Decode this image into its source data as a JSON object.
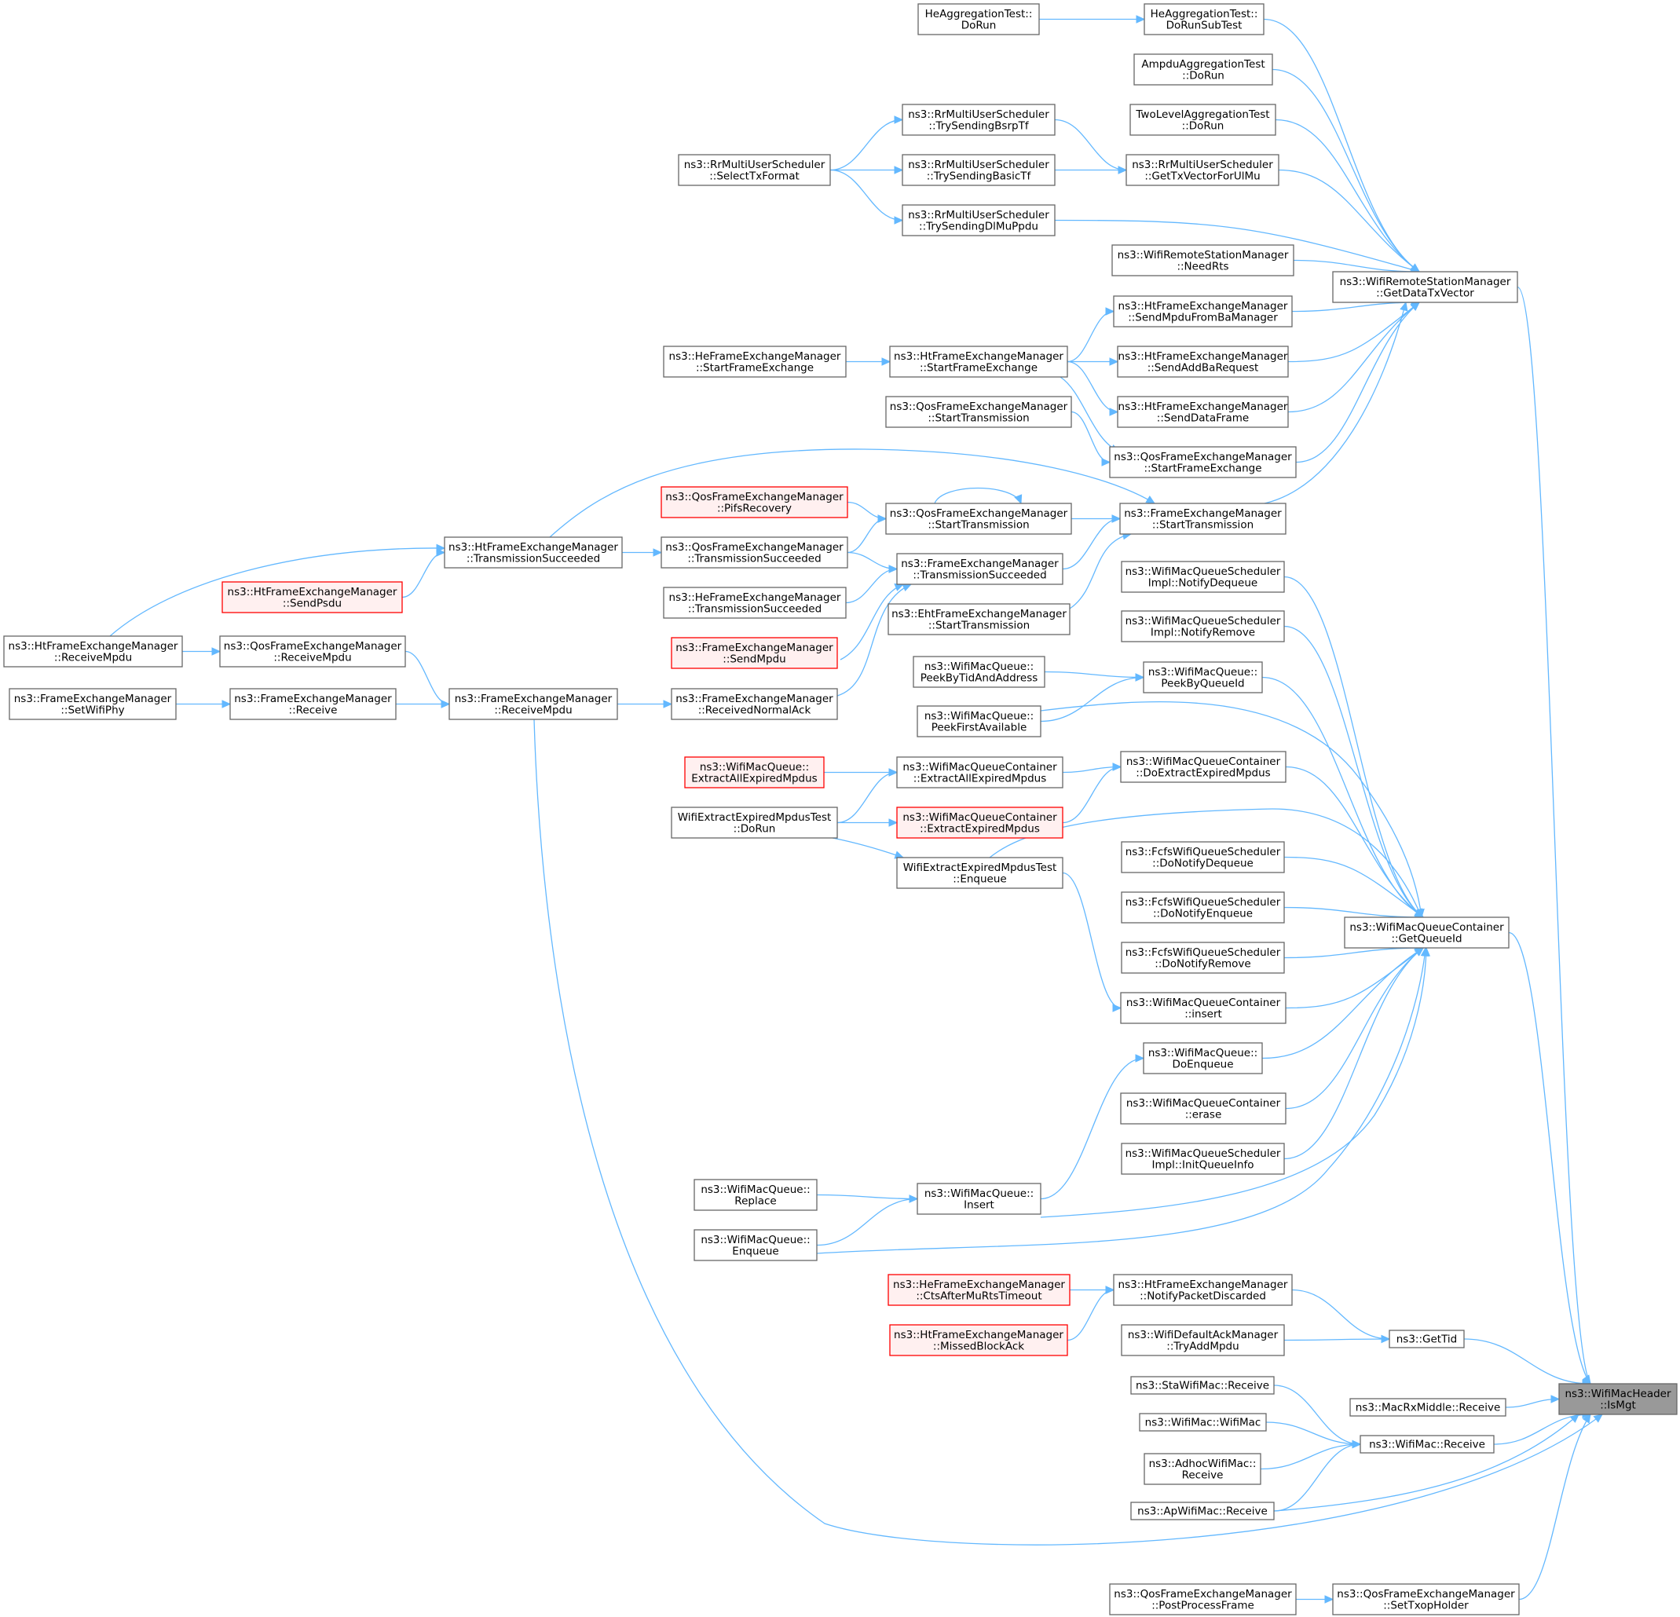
{
  "nodes": [
    {
      "id": "IsMgt",
      "lines": [
        "ns3::WifiMacHeader",
        "::IsMgt"
      ],
      "style": "grey"
    },
    {
      "id": "GetDataTxVector",
      "lines": [
        "ns3::WifiRemoteStationManager",
        "::GetDataTxVector"
      ],
      "style": "normal"
    },
    {
      "id": "GetQueueId",
      "lines": [
        "ns3::WifiMacQueueContainer",
        "::GetQueueId"
      ],
      "style": "normal"
    },
    {
      "id": "GetTid",
      "lines": [
        "ns3::GetTid"
      ],
      "style": "normal"
    },
    {
      "id": "MacRxMiddleReceive",
      "lines": [
        "ns3::MacRxMiddle::Receive"
      ],
      "style": "normal"
    },
    {
      "id": "WifiMacReceive",
      "lines": [
        "ns3::WifiMac::Receive"
      ],
      "style": "normal"
    },
    {
      "id": "ApWifiMacReceive",
      "lines": [
        "ns3::ApWifiMac::Receive"
      ],
      "style": "normal"
    },
    {
      "id": "FEMReceiveMpdu",
      "lines": [
        "ns3::FrameExchangeManager",
        "::ReceiveMpdu"
      ],
      "style": "normal"
    },
    {
      "id": "SetTxopHolder",
      "lines": [
        "ns3::QosFrameExchangeManager",
        "::SetTxopHolder"
      ],
      "style": "normal"
    },
    {
      "id": "PostProcessFrame",
      "lines": [
        "ns3::QosFrameExchangeManager",
        "::PostProcessFrame"
      ],
      "style": "normal"
    },
    {
      "id": "HeAggDoRunSubTest",
      "lines": [
        "HeAggregationTest::",
        "DoRunSubTest"
      ],
      "style": "normal"
    },
    {
      "id": "HeAggDoRun",
      "lines": [
        "HeAggregationTest::",
        "DoRun"
      ],
      "style": "normal"
    },
    {
      "id": "AmpduAggDoRun",
      "lines": [
        "AmpduAggregationTest",
        "::DoRun"
      ],
      "style": "normal"
    },
    {
      "id": "TwoLevelAggDoRun",
      "lines": [
        "TwoLevelAggregationTest",
        "::DoRun"
      ],
      "style": "normal"
    },
    {
      "id": "GetTxVectorForUlMu",
      "lines": [
        "ns3::RrMultiUserScheduler",
        "::GetTxVectorForUlMu"
      ],
      "style": "normal"
    },
    {
      "id": "TrySendingBsrpTf",
      "lines": [
        "ns3::RrMultiUserScheduler",
        "::TrySendingBsrpTf"
      ],
      "style": "normal"
    },
    {
      "id": "TrySendingBasicTf",
      "lines": [
        "ns3::RrMultiUserScheduler",
        "::TrySendingBasicTf"
      ],
      "style": "normal"
    },
    {
      "id": "TrySendingDlMuPpdu",
      "lines": [
        "ns3::RrMultiUserScheduler",
        "::TrySendingDlMuPpdu"
      ],
      "style": "normal"
    },
    {
      "id": "SelectTxFormat",
      "lines": [
        "ns3::RrMultiUserScheduler",
        "::SelectTxFormat"
      ],
      "style": "normal"
    },
    {
      "id": "NeedRts",
      "lines": [
        "ns3::WifiRemoteStationManager",
        "::NeedRts"
      ],
      "style": "normal"
    },
    {
      "id": "SendMpduFromBaManager",
      "lines": [
        "ns3::HtFrameExchangeManager",
        "::SendMpduFromBaManager"
      ],
      "style": "normal"
    },
    {
      "id": "SendAddBaRequest",
      "lines": [
        "ns3::HtFrameExchangeManager",
        "::SendAddBaRequest"
      ],
      "style": "normal"
    },
    {
      "id": "SendDataFrame",
      "lines": [
        "ns3::HtFrameExchangeManager",
        "::SendDataFrame"
      ],
      "style": "normal"
    },
    {
      "id": "QosStartFrameExchange",
      "lines": [
        "ns3::QosFrameExchangeManager",
        "::StartFrameExchange"
      ],
      "style": "normal"
    },
    {
      "id": "HtStartFrameExchange",
      "lines": [
        "ns3::HtFrameExchangeManager",
        "::StartFrameExchange"
      ],
      "style": "normal"
    },
    {
      "id": "HeStartFrameExchange",
      "lines": [
        "ns3::HeFrameExchangeManager",
        "::StartFrameExchange"
      ],
      "style": "normal"
    },
    {
      "id": "QosStartTransmission2",
      "lines": [
        "ns3::QosFrameExchangeManager",
        "::StartTransmission"
      ],
      "style": "normal"
    },
    {
      "id": "FEMStartTransmission",
      "lines": [
        "ns3::FrameExchangeManager",
        "::StartTransmission"
      ],
      "style": "normal"
    },
    {
      "id": "QosStartTransmission",
      "lines": [
        "ns3::QosFrameExchangeManager",
        "::StartTransmission"
      ],
      "style": "normal"
    },
    {
      "id": "PifsRecovery",
      "lines": [
        "ns3::QosFrameExchangeManager",
        "::PifsRecovery"
      ],
      "style": "red"
    },
    {
      "id": "FEMTransmissionSucceeded",
      "lines": [
        "ns3::FrameExchangeManager",
        "::TransmissionSucceeded"
      ],
      "style": "normal"
    },
    {
      "id": "EhtStartTransmission",
      "lines": [
        "ns3::EhtFrameExchangeManager",
        "::StartTransmission"
      ],
      "style": "normal"
    },
    {
      "id": "QosTransmissionSucceeded",
      "lines": [
        "ns3::QosFrameExchangeManager",
        "::TransmissionSucceeded"
      ],
      "style": "normal"
    },
    {
      "id": "HeTransmissionSucceeded",
      "lines": [
        "ns3::HeFrameExchangeManager",
        "::TransmissionSucceeded"
      ],
      "style": "normal"
    },
    {
      "id": "FEMSendMpdu",
      "lines": [
        "ns3::FrameExchangeManager",
        "::SendMpdu"
      ],
      "style": "red"
    },
    {
      "id": "ReceivedNormalAck",
      "lines": [
        "ns3::FrameExchangeManager",
        "::ReceivedNormalAck"
      ],
      "style": "normal"
    },
    {
      "id": "HtTransmissionSucceeded",
      "lines": [
        "ns3::HtFrameExchangeManager",
        "::TransmissionSucceeded"
      ],
      "style": "normal"
    },
    {
      "id": "HtSendPsdu",
      "lines": [
        "ns3::HtFrameExchangeManager",
        "::SendPsdu"
      ],
      "style": "red"
    },
    {
      "id": "HtReceiveMpdu",
      "lines": [
        "ns3::HtFrameExchangeManager",
        "::ReceiveMpdu"
      ],
      "style": "normal"
    },
    {
      "id": "QosReceiveMpdu",
      "lines": [
        "ns3::QosFrameExchangeManager",
        "::ReceiveMpdu"
      ],
      "style": "normal"
    },
    {
      "id": "FEMReceive",
      "lines": [
        "ns3::FrameExchangeManager",
        "::Receive"
      ],
      "style": "normal"
    },
    {
      "id": "SetWifiPhy",
      "lines": [
        "ns3::FrameExchangeManager",
        "::SetWifiPhy"
      ],
      "style": "normal"
    },
    {
      "id": "NotifyDequeue",
      "lines": [
        "ns3::WifiMacQueueScheduler",
        "Impl::NotifyDequeue"
      ],
      "style": "normal"
    },
    {
      "id": "NotifyRemove",
      "lines": [
        "ns3::WifiMacQueueScheduler",
        "Impl::NotifyRemove"
      ],
      "style": "normal"
    },
    {
      "id": "PeekByQueueId",
      "lines": [
        "ns3::WifiMacQueue::",
        "PeekByQueueId"
      ],
      "style": "normal"
    },
    {
      "id": "PeekByTidAndAddress",
      "lines": [
        "ns3::WifiMacQueue::",
        "PeekByTidAndAddress"
      ],
      "style": "normal"
    },
    {
      "id": "PeekFirstAvailable",
      "lines": [
        "ns3::WifiMacQueue::",
        "PeekFirstAvailable"
      ],
      "style": "normal"
    },
    {
      "id": "DoExtractExpiredMpdus",
      "lines": [
        "ns3::WifiMacQueueContainer",
        "::DoExtractExpiredMpdus"
      ],
      "style": "normal"
    },
    {
      "id": "ContExtractAllExpiredMpdus",
      "lines": [
        "ns3::WifiMacQueueContainer",
        "::ExtractAllExpiredMpdus"
      ],
      "style": "normal"
    },
    {
      "id": "QueueExtractAllExpiredMpdus",
      "lines": [
        "ns3::WifiMacQueue::",
        "ExtractAllExpiredMpdus"
      ],
      "style": "red"
    },
    {
      "id": "ContExtractExpiredMpdus",
      "lines": [
        "ns3::WifiMacQueueContainer",
        "::ExtractExpiredMpdus"
      ],
      "style": "red"
    },
    {
      "id": "ExtractTestDoRun",
      "lines": [
        "WifiExtractExpiredMpdusTest",
        "::DoRun"
      ],
      "style": "normal"
    },
    {
      "id": "ExtractTestEnqueue",
      "lines": [
        "WifiExtractExpiredMpdusTest",
        "::Enqueue"
      ],
      "style": "normal"
    },
    {
      "id": "FcfsDoNotifyDequeue",
      "lines": [
        "ns3::FcfsWifiQueueScheduler",
        "::DoNotifyDequeue"
      ],
      "style": "normal"
    },
    {
      "id": "FcfsDoNotifyEnqueue",
      "lines": [
        "ns3::FcfsWifiQueueScheduler",
        "::DoNotifyEnqueue"
      ],
      "style": "normal"
    },
    {
      "id": "FcfsDoNotifyRemove",
      "lines": [
        "ns3::FcfsWifiQueueScheduler",
        "::DoNotifyRemove"
      ],
      "style": "normal"
    },
    {
      "id": "ContInsert",
      "lines": [
        "ns3::WifiMacQueueContainer",
        "::insert"
      ],
      "style": "normal"
    },
    {
      "id": "DoEnqueue",
      "lines": [
        "ns3::WifiMacQueue::",
        "DoEnqueue"
      ],
      "style": "normal"
    },
    {
      "id": "ContErase",
      "lines": [
        "ns3::WifiMacQueueContainer",
        "::erase"
      ],
      "style": "normal"
    },
    {
      "id": "InitQueueInfo",
      "lines": [
        "ns3::WifiMacQueueScheduler",
        "Impl::InitQueueInfo"
      ],
      "style": "normal"
    },
    {
      "id": "QueueInsert",
      "lines": [
        "ns3::WifiMacQueue::",
        "Insert"
      ],
      "style": "normal"
    },
    {
      "id": "QueueReplace",
      "lines": [
        "ns3::WifiMacQueue::",
        "Replace"
      ],
      "style": "normal"
    },
    {
      "id": "QueueEnqueue",
      "lines": [
        "ns3::WifiMacQueue::",
        "Enqueue"
      ],
      "style": "normal"
    },
    {
      "id": "NotifyPacketDiscarded",
      "lines": [
        "ns3::HtFrameExchangeManager",
        "::NotifyPacketDiscarded"
      ],
      "style": "normal"
    },
    {
      "id": "CtsAfterMuRtsTimeout",
      "lines": [
        "ns3::HeFrameExchangeManager",
        "::CtsAfterMuRtsTimeout"
      ],
      "style": "red"
    },
    {
      "id": "MissedBlockAck",
      "lines": [
        "ns3::HtFrameExchangeManager",
        "::MissedBlockAck"
      ],
      "style": "red"
    },
    {
      "id": "TryAddMpdu",
      "lines": [
        "ns3::WifiDefaultAckManager",
        "::TryAddMpdu"
      ],
      "style": "normal"
    },
    {
      "id": "StaWifiMacReceive",
      "lines": [
        "ns3::StaWifiMac::Receive"
      ],
      "style": "normal"
    },
    {
      "id": "WifiMacWifiMac",
      "lines": [
        "ns3::WifiMac::WifiMac"
      ],
      "style": "normal"
    },
    {
      "id": "AdhocWifiMacReceive",
      "lines": [
        "ns3::AdhocWifiMac::",
        "Receive"
      ],
      "style": "normal"
    }
  ],
  "edges": [
    [
      "HeAggDoRun",
      "HeAggDoRunSubTest"
    ],
    [
      "HeAggDoRunSubTest",
      "GetDataTxVector"
    ],
    [
      "AmpduAggDoRun",
      "GetDataTxVector"
    ],
    [
      "TwoLevelAggDoRun",
      "GetDataTxVector"
    ],
    [
      "TrySendingBsrpTf",
      "GetTxVectorForUlMu"
    ],
    [
      "TrySendingBasicTf",
      "GetTxVectorForUlMu"
    ],
    [
      "GetTxVectorForUlMu",
      "GetDataTxVector"
    ],
    [
      "SelectTxFormat",
      "TrySendingBsrpTf"
    ],
    [
      "SelectTxFormat",
      "TrySendingBasicTf"
    ],
    [
      "SelectTxFormat",
      "TrySendingDlMuPpdu"
    ],
    [
      "TrySendingDlMuPpdu",
      "GetDataTxVector"
    ],
    [
      "NeedRts",
      "GetDataTxVector"
    ],
    [
      "SendMpduFromBaManager",
      "GetDataTxVector"
    ],
    [
      "SendAddBaRequest",
      "GetDataTxVector"
    ],
    [
      "SendDataFrame",
      "GetDataTxVector"
    ],
    [
      "QosStartFrameExchange",
      "GetDataTxVector"
    ],
    [
      "FEMStartTransmission",
      "GetDataTxVector"
    ],
    [
      "HtStartFrameExchange",
      "SendMpduFromBaManager"
    ],
    [
      "HtStartFrameExchange",
      "SendAddBaRequest"
    ],
    [
      "HtStartFrameExchange",
      "SendDataFrame"
    ],
    [
      "HtStartFrameExchange",
      "QosStartFrameExchange"
    ],
    [
      "HeStartFrameExchange",
      "HtStartFrameExchange"
    ],
    [
      "QosStartTransmission2",
      "QosStartFrameExchange"
    ],
    [
      "QosStartTransmission",
      "FEMStartTransmission"
    ],
    [
      "QosStartTransmission",
      "QosStartTransmission"
    ],
    [
      "HtTransmissionSucceeded",
      "FEMStartTransmission"
    ],
    [
      "FEMTransmissionSucceeded",
      "FEMStartTransmission"
    ],
    [
      "EhtStartTransmission",
      "FEMStartTransmission"
    ],
    [
      "PifsRecovery",
      "QosStartTransmission"
    ],
    [
      "QosTransmissionSucceeded",
      "QosStartTransmission"
    ],
    [
      "QosTransmissionSucceeded",
      "FEMTransmissionSucceeded"
    ],
    [
      "HeTransmissionSucceeded",
      "FEMTransmissionSucceeded"
    ],
    [
      "FEMSendMpdu",
      "FEMTransmissionSucceeded"
    ],
    [
      "ReceivedNormalAck",
      "FEMTransmissionSucceeded"
    ],
    [
      "HtTransmissionSucceeded",
      "QosTransmissionSucceeded"
    ],
    [
      "HtSendPsdu",
      "HtTransmissionSucceeded"
    ],
    [
      "HtReceiveMpdu",
      "HtTransmissionSucceeded"
    ],
    [
      "HtReceiveMpdu",
      "QosReceiveMpdu"
    ],
    [
      "QosReceiveMpdu",
      "FEMReceiveMpdu"
    ],
    [
      "FEMReceive",
      "FEMReceiveMpdu"
    ],
    [
      "SetWifiPhy",
      "FEMReceive"
    ],
    [
      "FEMReceiveMpdu",
      "ReceivedNormalAck"
    ],
    [
      "FEMReceiveMpdu",
      "IsMgt"
    ],
    [
      "NotifyDequeue",
      "GetQueueId"
    ],
    [
      "NotifyRemove",
      "GetQueueId"
    ],
    [
      "PeekByQueueId",
      "GetQueueId"
    ],
    [
      "PeekByTidAndAddress",
      "PeekByQueueId"
    ],
    [
      "PeekFirstAvailable",
      "PeekByQueueId"
    ],
    [
      "PeekFirstAvailable",
      "GetQueueId"
    ],
    [
      "DoExtractExpiredMpdus",
      "GetQueueId"
    ],
    [
      "ContExtractAllExpiredMpdus",
      "DoExtractExpiredMpdus"
    ],
    [
      "ContExtractExpiredMpdus",
      "DoExtractExpiredMpdus"
    ],
    [
      "QueueExtractAllExpiredMpdus",
      "ContExtractAllExpiredMpdus"
    ],
    [
      "ExtractTestDoRun",
      "ContExtractAllExpiredMpdus"
    ],
    [
      "ExtractTestDoRun",
      "ContExtractExpiredMpdus"
    ],
    [
      "ExtractTestDoRun",
      "ExtractTestEnqueue"
    ],
    [
      "ExtractTestEnqueue",
      "GetQueueId"
    ],
    [
      "FcfsDoNotifyDequeue",
      "GetQueueId"
    ],
    [
      "FcfsDoNotifyEnqueue",
      "GetQueueId"
    ],
    [
      "FcfsDoNotifyRemove",
      "GetQueueId"
    ],
    [
      "ContInsert",
      "GetQueueId"
    ],
    [
      "ExtractTestEnqueue",
      "ContInsert"
    ],
    [
      "DoEnqueue",
      "GetQueueId"
    ],
    [
      "ContErase",
      "GetQueueId"
    ],
    [
      "InitQueueInfo",
      "GetQueueId"
    ],
    [
      "QueueInsert",
      "DoEnqueue"
    ],
    [
      "QueueInsert",
      "GetQueueId"
    ],
    [
      "QueueReplace",
      "QueueInsert"
    ],
    [
      "QueueEnqueue",
      "QueueInsert"
    ],
    [
      "QueueEnqueue",
      "GetQueueId"
    ],
    [
      "GetDataTxVector",
      "IsMgt"
    ],
    [
      "GetQueueId",
      "IsMgt"
    ],
    [
      "CtsAfterMuRtsTimeout",
      "NotifyPacketDiscarded"
    ],
    [
      "MissedBlockAck",
      "NotifyPacketDiscarded"
    ],
    [
      "NotifyPacketDiscarded",
      "GetTid"
    ],
    [
      "TryAddMpdu",
      "GetTid"
    ],
    [
      "GetTid",
      "IsMgt"
    ],
    [
      "MacRxMiddleReceive",
      "IsMgt"
    ],
    [
      "StaWifiMacReceive",
      "WifiMacReceive"
    ],
    [
      "WifiMacWifiMac",
      "WifiMacReceive"
    ],
    [
      "AdhocWifiMacReceive",
      "WifiMacReceive"
    ],
    [
      "ApWifiMacReceive",
      "WifiMacReceive"
    ],
    [
      "WifiMacReceive",
      "IsMgt"
    ],
    [
      "ApWifiMacReceive",
      "IsMgt"
    ],
    [
      "PostProcessFrame",
      "SetTxopHolder"
    ],
    [
      "SetTxopHolder",
      "IsMgt"
    ]
  ]
}
